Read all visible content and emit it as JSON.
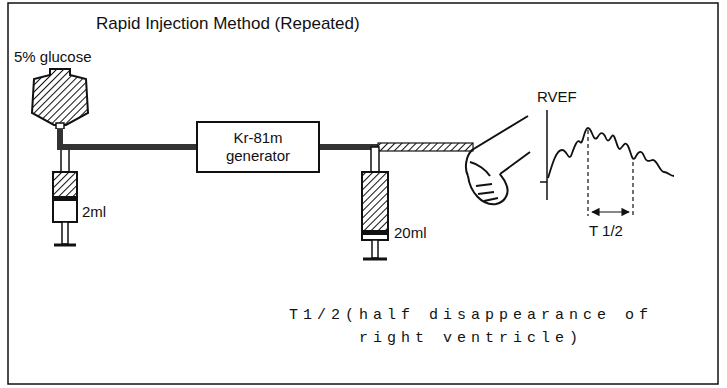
{
  "diagram": {
    "title": "Rapid Injection Method (Repeated)",
    "caption": "T1/2(half disappearance of right ventricle)",
    "nodes": [
      {
        "text": [
          "5% glucose"
        ]
      },
      {
        "text": [
          "Kr-81m generator"
        ]
      }
    ],
    "edges": [
      {
        "from": 0,
        "to": 1,
        "arrow": "none"
      }
    ],
    "labels": [
      "2ml",
      "20ml",
      "RVEF",
      "T 1/2"
    ]
  }
}
